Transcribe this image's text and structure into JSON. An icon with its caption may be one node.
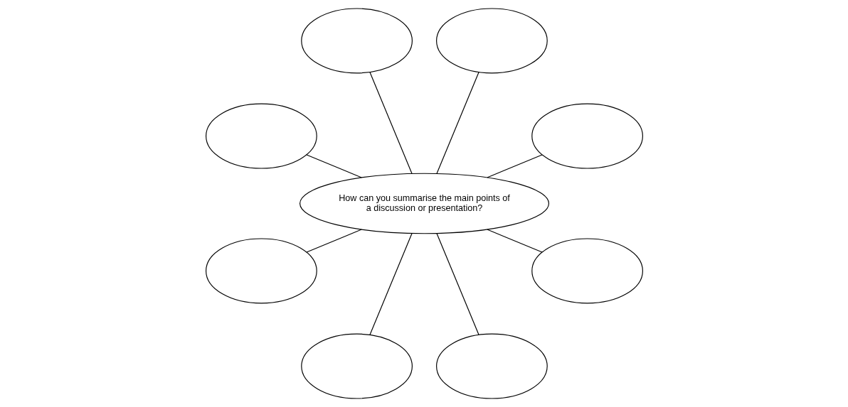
{
  "diagram": {
    "nodes": [
      {
        "text": [],
        "shape": "ellipse"
      },
      {
        "text": [],
        "shape": "ellipse"
      },
      {
        "text": [],
        "shape": "ellipse"
      },
      {
        "text": [],
        "shape": "ellipse"
      },
      {
        "text": [
          "How can you summarise the main points of a discussion or presentation?"
        ]
      },
      {
        "text": [],
        "shape": "ellipse"
      },
      {
        "text": [],
        "shape": "ellipse"
      },
      {
        "text": [],
        "shape": "ellipse"
      },
      {
        "text": [],
        "shape": "ellipse"
      }
    ],
    "edges": [
      {
        "from": 4,
        "to": 0,
        "arrow": "none"
      },
      {
        "from": 4,
        "to": 2,
        "arrow": "none"
      },
      {
        "from": 4,
        "to": 5,
        "arrow": "none"
      },
      {
        "from": 4,
        "to": 7,
        "arrow": "none"
      },
      {
        "from": 4,
        "to": 8,
        "arrow": "none"
      },
      {
        "from": 4,
        "to": 6,
        "arrow": "none"
      },
      {
        "from": 4,
        "to": 3,
        "arrow": "none"
      },
      {
        "from": 4,
        "to": 1,
        "arrow": "none"
      }
    ]
  }
}
